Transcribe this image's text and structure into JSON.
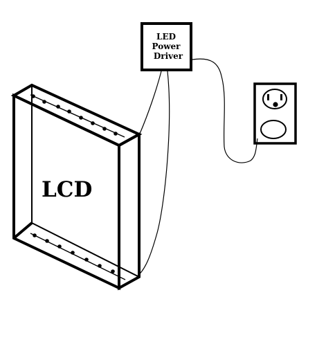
{
  "driver": {
    "line1": "LED",
    "line2": "Power",
    "line3": "Driver"
  },
  "panel": {
    "label": "LCD"
  },
  "outlet": {
    "receptacles": [
      "top-receptacle",
      "bottom-receptacle"
    ]
  },
  "colors": {
    "stroke": "#000000",
    "background": "#ffffff"
  }
}
